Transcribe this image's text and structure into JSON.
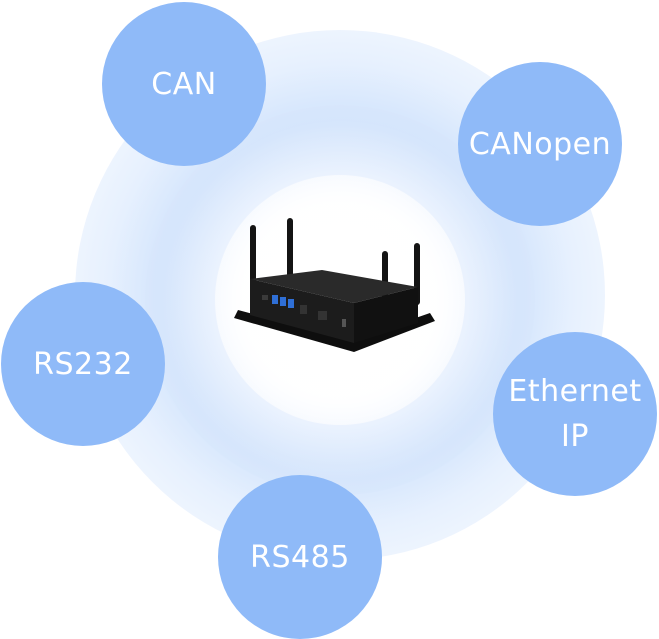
{
  "nodes": [
    {
      "id": "can",
      "lines": [
        "CAN"
      ]
    },
    {
      "id": "canopen",
      "lines": [
        "CANopen"
      ]
    },
    {
      "id": "rs232",
      "lines": [
        "RS232"
      ]
    },
    {
      "id": "ethernet_ip",
      "lines": [
        "Ethernet",
        "IP"
      ]
    },
    {
      "id": "rs485",
      "lines": [
        "RS485"
      ]
    }
  ],
  "colors": {
    "node_fill": "#8fbaf8",
    "node_text": "#ffffff",
    "halo": "#c8ddfb",
    "device_body": "#1a1a1a",
    "device_ports": "#2f6fd6"
  },
  "center_image": "industrial-gateway-device-with-four-antennas"
}
